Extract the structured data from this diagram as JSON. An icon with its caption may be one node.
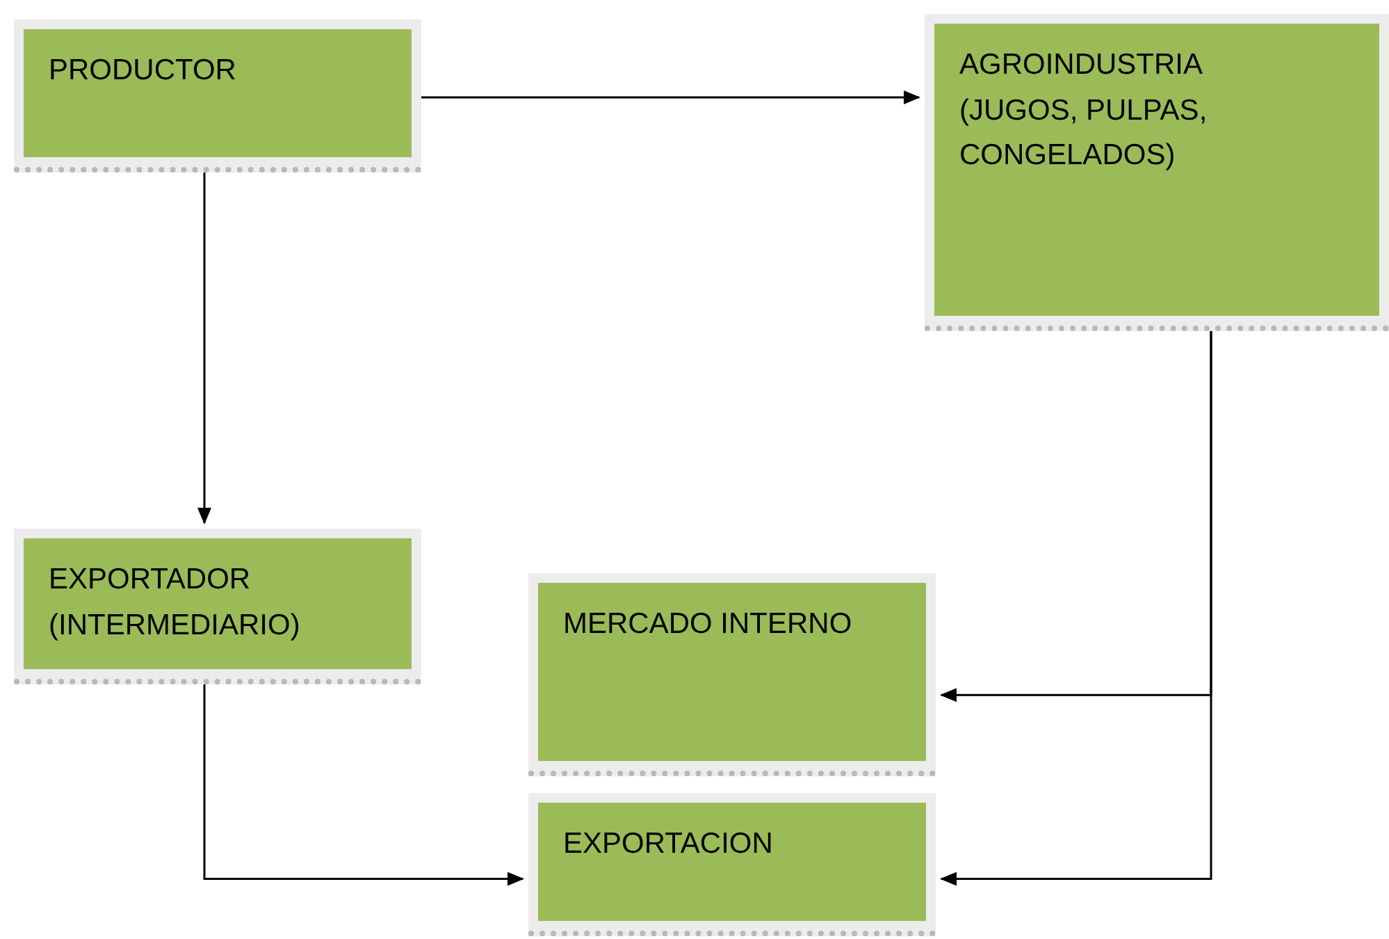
{
  "diagram": {
    "nodes": [
      {
        "text": [
          "PRODUCTOR"
        ]
      },
      {
        "text": [
          "AGROINDUSTRIA (JUGOS, PULPAS, CONGELADOS)"
        ]
      },
      {
        "text": [
          "EXPORTADOR (INTERMEDIARIO)"
        ]
      },
      {
        "text": [
          "MERCADO INTERNO"
        ]
      },
      {
        "text": [
          "EXPORTACION"
        ]
      }
    ],
    "edges": [
      {
        "from": 0,
        "to": 1,
        "arrow": "to"
      },
      {
        "from": 0,
        "to": 2,
        "arrow": "to"
      },
      {
        "from": 2,
        "to": 4,
        "arrow": "to"
      },
      {
        "from": 1,
        "to": 3,
        "arrow": "to"
      },
      {
        "from": 1,
        "to": 4,
        "arrow": "to"
      }
    ]
  }
}
